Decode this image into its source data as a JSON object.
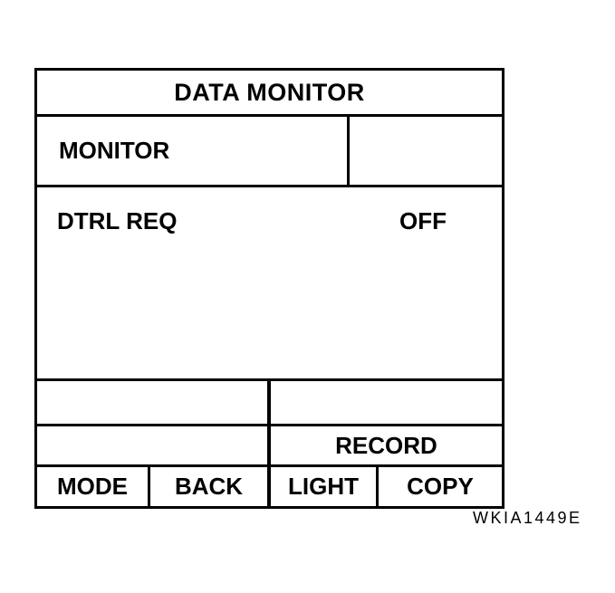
{
  "screen": {
    "title": "DATA MONITOR",
    "monitor_tab": "MONITOR",
    "item": {
      "label": "DTRL REQ",
      "value": "OFF"
    },
    "record_label": "RECORD",
    "softkeys": [
      {
        "label": "MODE"
      },
      {
        "label": "BACK"
      },
      {
        "label": "LIGHT"
      },
      {
        "label": "COPY"
      }
    ]
  },
  "figure": {
    "code": "WKIA1449E"
  },
  "colors": {
    "line": "#000000",
    "background": "#ffffff",
    "text": "#000000"
  }
}
